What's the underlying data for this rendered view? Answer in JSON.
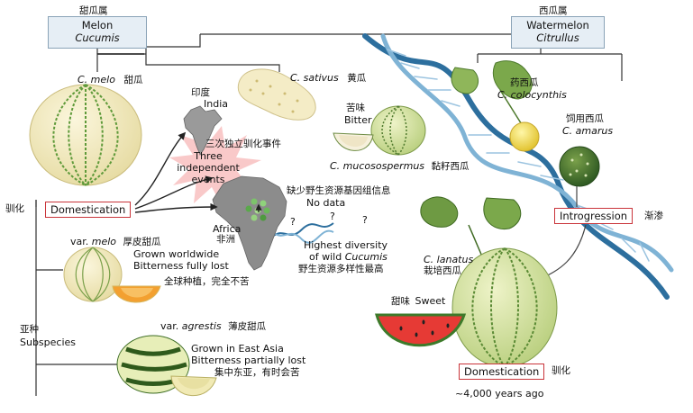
{
  "melon": {
    "zh": "甜瓜属",
    "name": "Melon",
    "genus": "Cucumis"
  },
  "watermelon": {
    "zh": "西瓜属",
    "name": "Watermelon",
    "genus": "Citrullus"
  },
  "c_melo": {
    "sci": "C. melo",
    "zh": "甜瓜"
  },
  "c_sativus": {
    "sci": "C. sativus",
    "zh": "黄瓜"
  },
  "india": {
    "zh": "印度",
    "en": "India"
  },
  "events": {
    "zh": "三次独立驯化事件",
    "en": [
      "Three",
      "independent",
      "events"
    ]
  },
  "domestication_left": {
    "label": "Domestication",
    "zh": "驯化"
  },
  "nodata": {
    "zh": "缺少野生资源基因组信息",
    "en": "No data"
  },
  "africa": {
    "en": "Africa",
    "zh": "非洲"
  },
  "diversity": {
    "line1": "Highest diversity",
    "line2_prefix": "of wild ",
    "line2_ital": "Cucumis",
    "zh": "野生资源多样性最高"
  },
  "question_marks": [
    "?",
    "?",
    "?"
  ],
  "var_melo": {
    "prefix": "var. ",
    "ital": "melo",
    "zh": "厚皮甜瓜",
    "line2": "Grown worldwide",
    "line3": "Bitterness fully lost",
    "zh2": "全球种植，完全不苦"
  },
  "subspecies": {
    "zh": "亚种",
    "en": "Subspecies"
  },
  "var_agrestis": {
    "prefix": "var. ",
    "ital": "agrestis",
    "zh": "薄皮甜瓜",
    "line2": "Grown in East Asia",
    "line3": "Bitterness partially lost",
    "zh2": "集中东亚，有时会苦"
  },
  "bitter": {
    "zh": "苦味",
    "en": "Bitter"
  },
  "c_mucosospermus": {
    "sci": "C. mucosospermus",
    "zh": "黏籽西瓜"
  },
  "c_colocynthis": {
    "zh": "药西瓜",
    "sci": "C. colocynthis"
  },
  "c_amarus": {
    "zh": "饲用西瓜",
    "sci": "C. amarus"
  },
  "introgression": {
    "label": "Introgression",
    "zh": "渐渗"
  },
  "c_lanatus": {
    "sci": "C. lanatus",
    "zh": "栽培西瓜"
  },
  "sweet": {
    "zh": "甜味",
    "en": "Sweet"
  },
  "domestication_right": {
    "label": "Domestication",
    "zh": "驯化",
    "ago": "~4,000 years ago"
  },
  "colors": {
    "box_fill": "#e6eef5",
    "box_border": "#8aa3b7",
    "red": "#c9343a",
    "dna_blue": "#2d6f9e",
    "star": "#f9c9c9"
  }
}
